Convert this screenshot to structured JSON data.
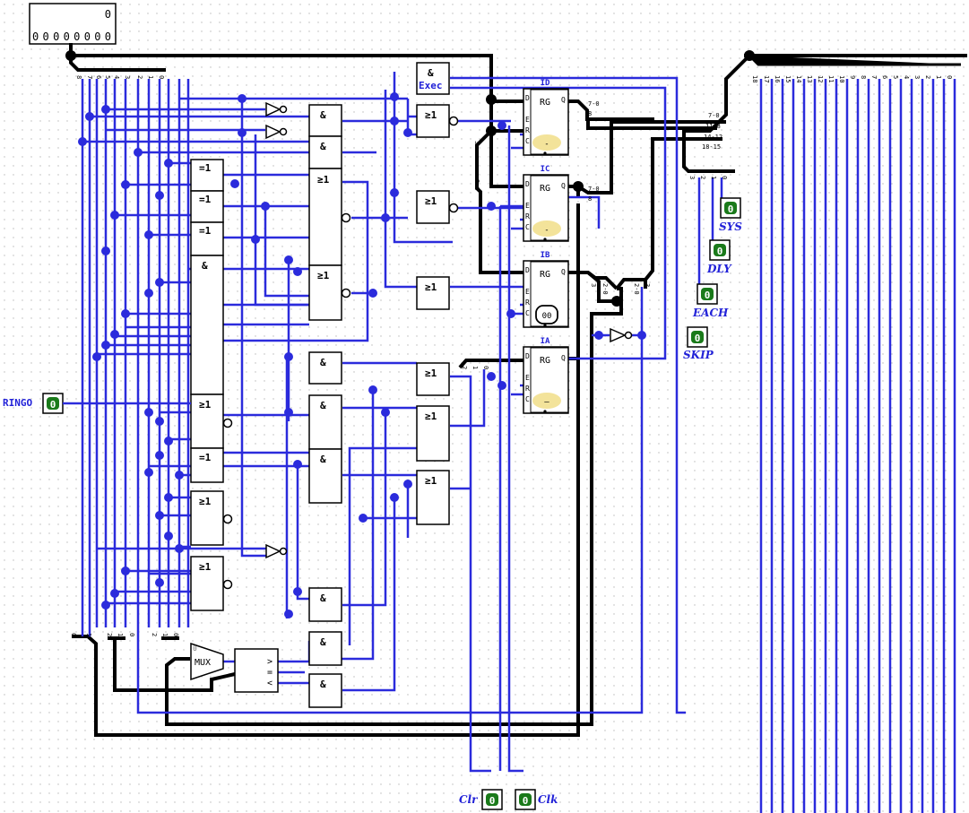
{
  "display": {
    "top_value": "0",
    "bottom_value": "0 0 0 0 0 0 0 0"
  },
  "gates": {
    "and": "&",
    "or": "≥1",
    "xor": "=1",
    "exec": "Exec",
    "mux": "MUX",
    "mux_sel": "0",
    "cmp_gt": ">",
    "cmp_eq": "=",
    "cmp_lt": "<"
  },
  "registers": [
    {
      "name": "ID",
      "kind": "RG",
      "value": "-"
    },
    {
      "name": "IC",
      "kind": "RG",
      "value": "-"
    },
    {
      "name": "IB",
      "kind": "RG",
      "value": "00"
    },
    {
      "name": "IA",
      "kind": "RG",
      "value": "—"
    }
  ],
  "reg_pins": {
    "d": "D",
    "e": "E",
    "r": "R",
    "c": "C",
    "q": "Q"
  },
  "splitter_labels": {
    "left_bus": [
      "8",
      "7",
      "6",
      "5",
      "4",
      "3",
      "2",
      "1",
      "0"
    ],
    "right_bus": [
      "18",
      "17",
      "16",
      "15",
      "14",
      "13",
      "12",
      "11",
      "10",
      "9",
      "8",
      "7",
      "6",
      "5",
      "4",
      "3",
      "2",
      "1",
      "0"
    ],
    "id_out": [
      "7-0",
      "8"
    ],
    "ic_out": [
      "7-0",
      "8"
    ],
    "merge": [
      "7-0",
      "11-8",
      "14-12",
      "18-15"
    ],
    "split_small": [
      "3",
      "2",
      "1",
      "0"
    ],
    "ib_in": [
      "3",
      "2-0"
    ],
    "ia_in": [
      "3",
      "2-0"
    ],
    "ib_left": [
      "3",
      "2-0"
    ],
    "ia_split": [
      "2",
      "1",
      "0"
    ],
    "mux_bus_a": [
      "0",
      "1"
    ],
    "mux_bus_b": [
      "2",
      "1",
      "0"
    ],
    "mux_bus_c": [
      "2",
      "1",
      "0"
    ]
  },
  "pins": [
    {
      "label": "RINGO",
      "value": "0"
    },
    {
      "label": "SYS",
      "value": "0"
    },
    {
      "label": "DLY",
      "value": "0"
    },
    {
      "label": "EACH",
      "value": "0"
    },
    {
      "label": "SKIP",
      "value": "0"
    },
    {
      "label": "Clr",
      "value": "0"
    },
    {
      "label": "Clk",
      "value": "0"
    }
  ],
  "colors": {
    "wire": "#2b2bdc",
    "bus": "#000000",
    "pin_green": "#1a7a1a",
    "led": "#f3e39a"
  }
}
